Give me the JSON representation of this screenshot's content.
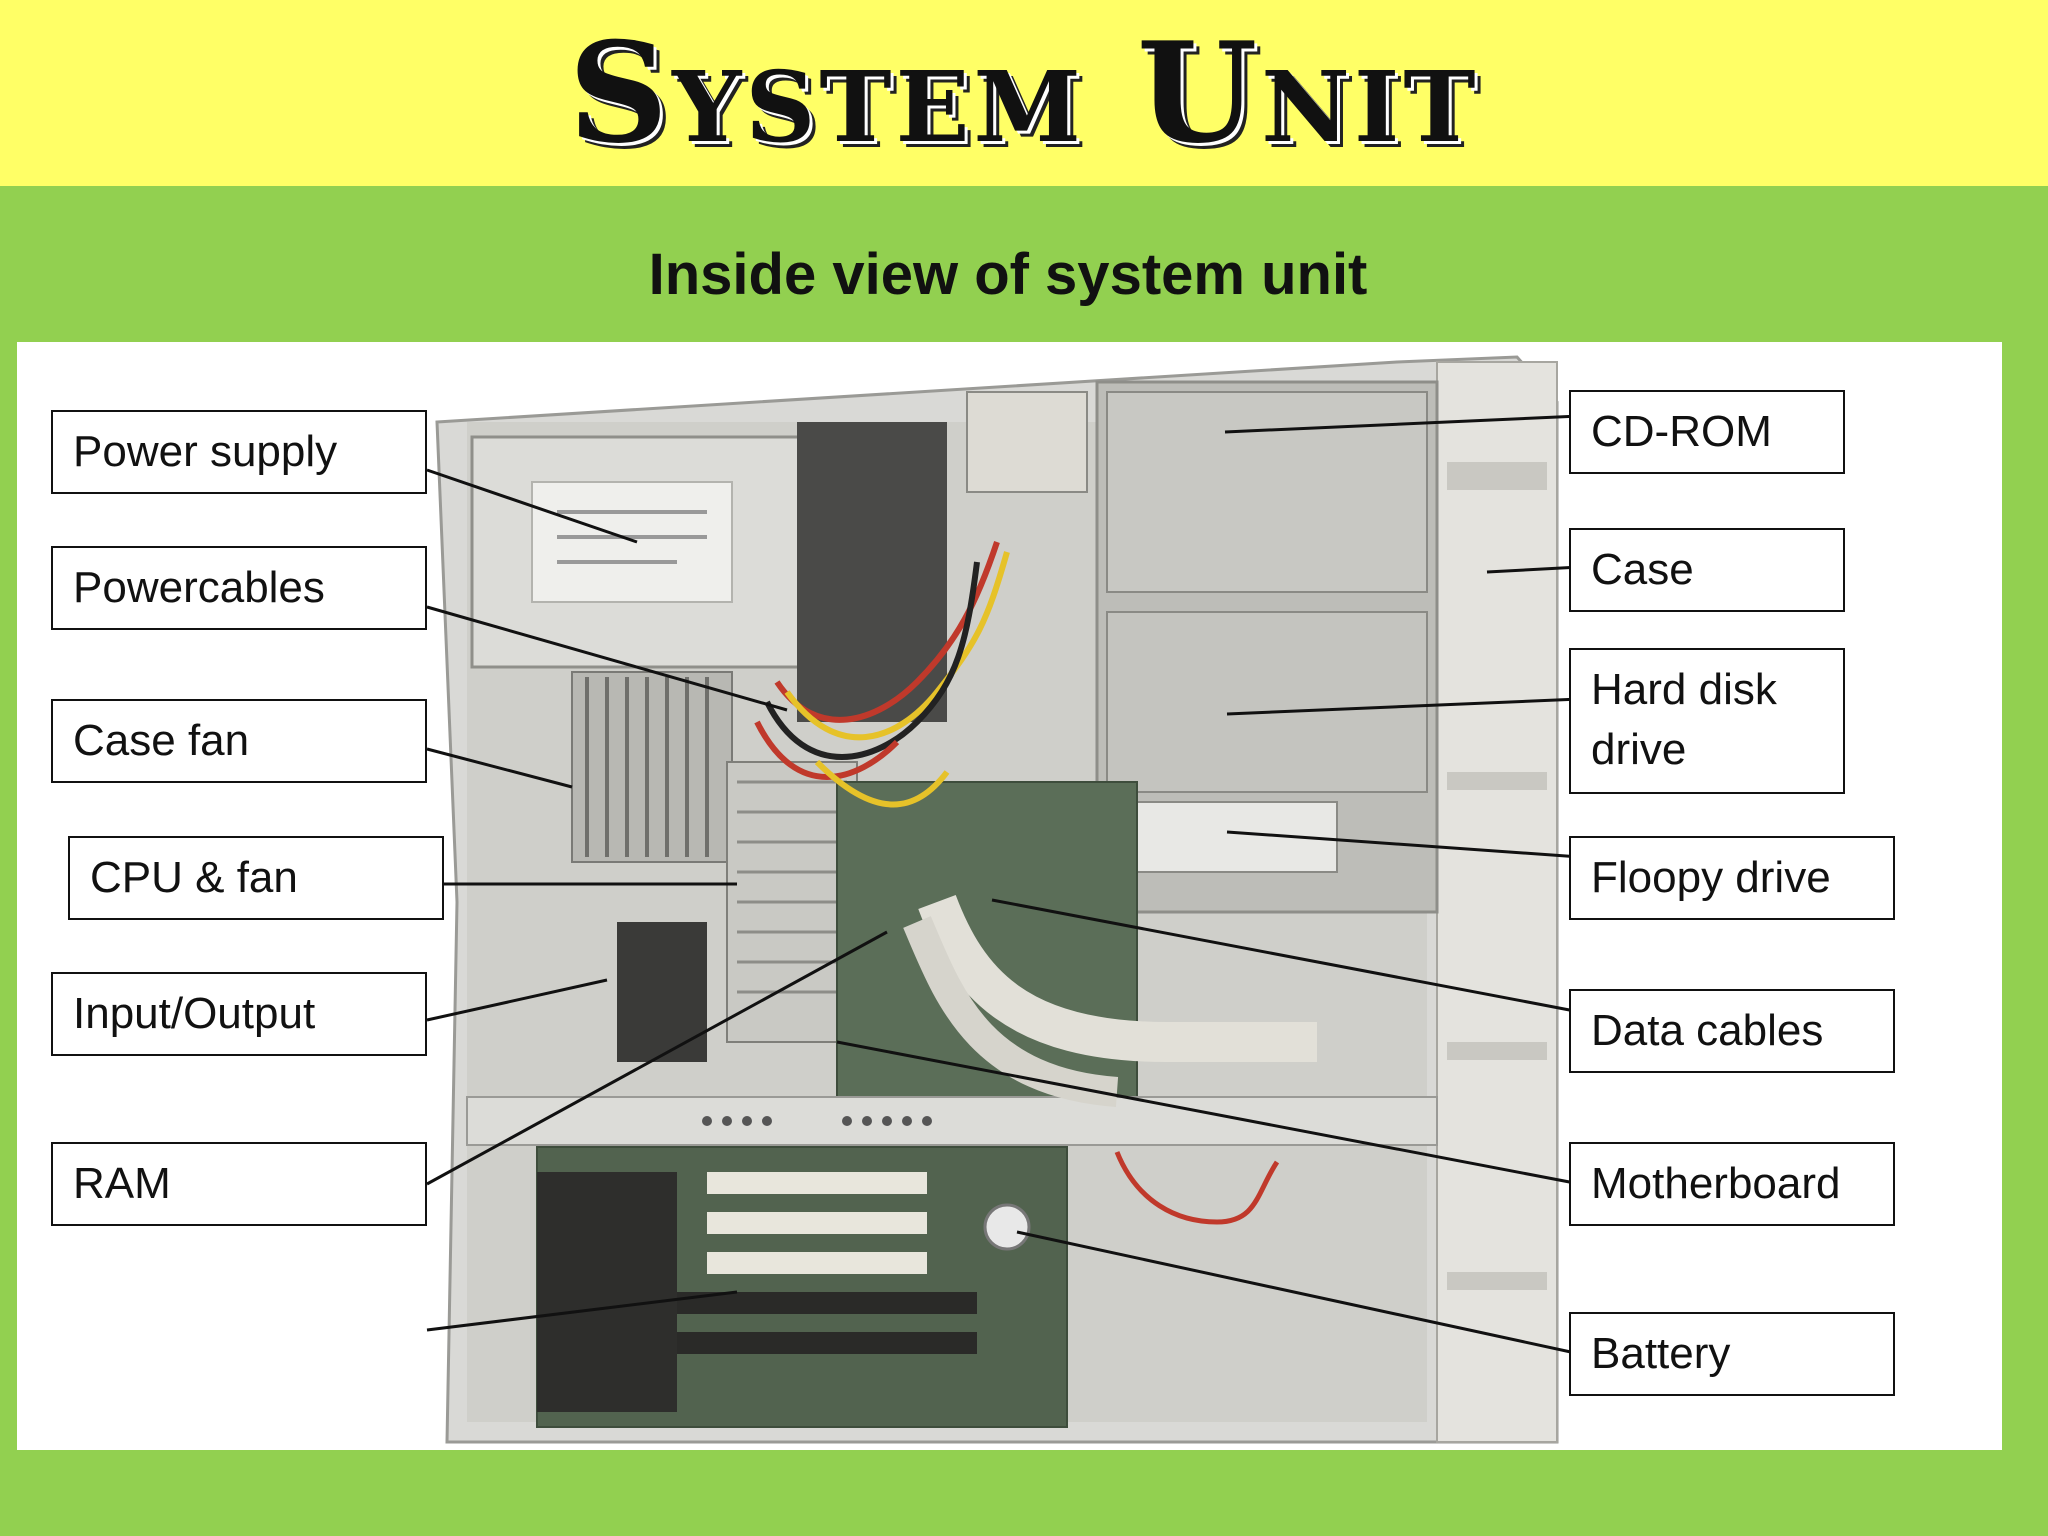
{
  "slide": {
    "title": "System Unit",
    "subtitle": "Inside view of system unit"
  },
  "labels_left": {
    "power_supply": "Power supply",
    "powercables": "Powercables",
    "case_fan": "Case fan",
    "cpu_fan": "CPU & fan",
    "input_output": "Input/Output",
    "ram": "RAM"
  },
  "labels_right": {
    "cd_rom": "CD-ROM",
    "case": "Case",
    "hard_disk_drive_line1": "Hard disk",
    "hard_disk_drive_line2": "drive",
    "floppy_drive": "Floopy drive",
    "data_cables": "Data cables",
    "motherboard": "Motherboard",
    "battery": "Battery"
  },
  "colors": {
    "title_band": "#ffff66",
    "background": "#92d050",
    "panel": "#ffffff"
  }
}
